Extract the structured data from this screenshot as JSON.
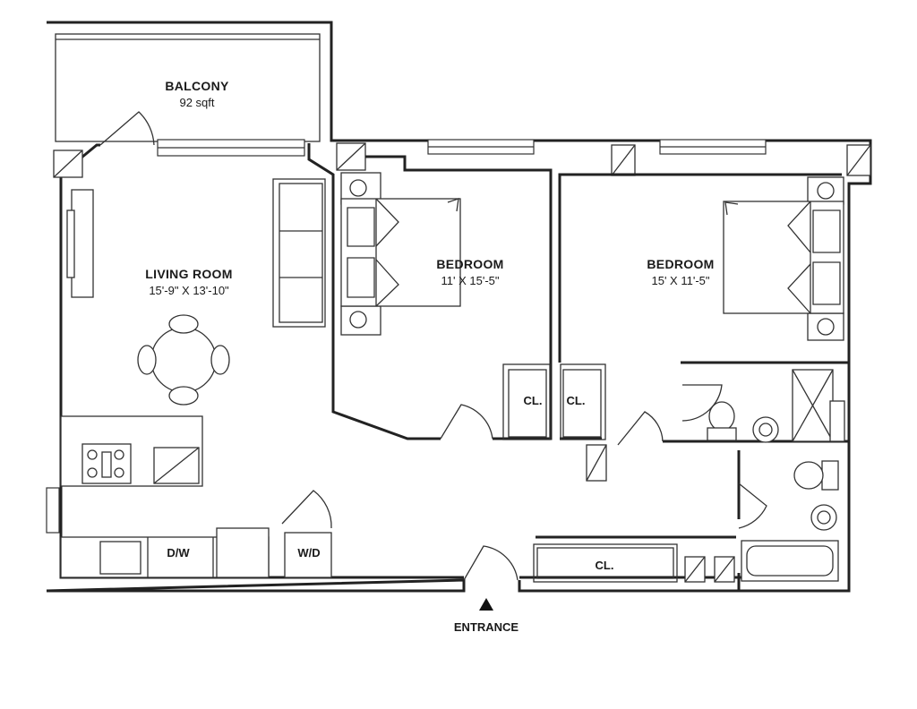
{
  "rooms": {
    "balcony": {
      "name": "BALCONY",
      "area": "92 sqft"
    },
    "living": {
      "name": "LIVING ROOM",
      "dims": "15'-9\" X 13'-10\""
    },
    "bedroom1": {
      "name": "BEDROOM",
      "dims": "11' X 15'-5\""
    },
    "bedroom2": {
      "name": "BEDROOM",
      "dims": "15' X 11'-5\""
    }
  },
  "labels": {
    "closet1": "CL.",
    "closet2": "CL.",
    "closet3": "CL.",
    "dishwasher": "D/W",
    "washer_dryer": "W/D",
    "entrance": "ENTRANCE"
  },
  "icons": {
    "entrance_marker": "triangle-up-icon"
  }
}
